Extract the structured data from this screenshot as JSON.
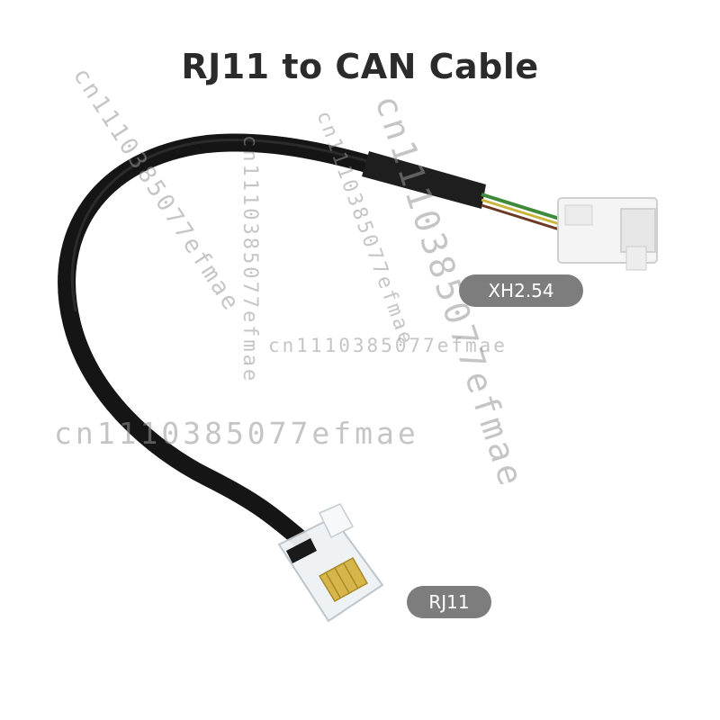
{
  "title": "RJ11 to CAN Cable",
  "labels": {
    "connector_top": "XH2.54",
    "connector_bottom": "RJ11"
  },
  "watermark": "cn1110385077efmae",
  "colors": {
    "cable": "#151515",
    "label_pill": "#7d7d7d",
    "title_text": "#2b2b2b",
    "connector_housing": "#f2f2f2"
  }
}
